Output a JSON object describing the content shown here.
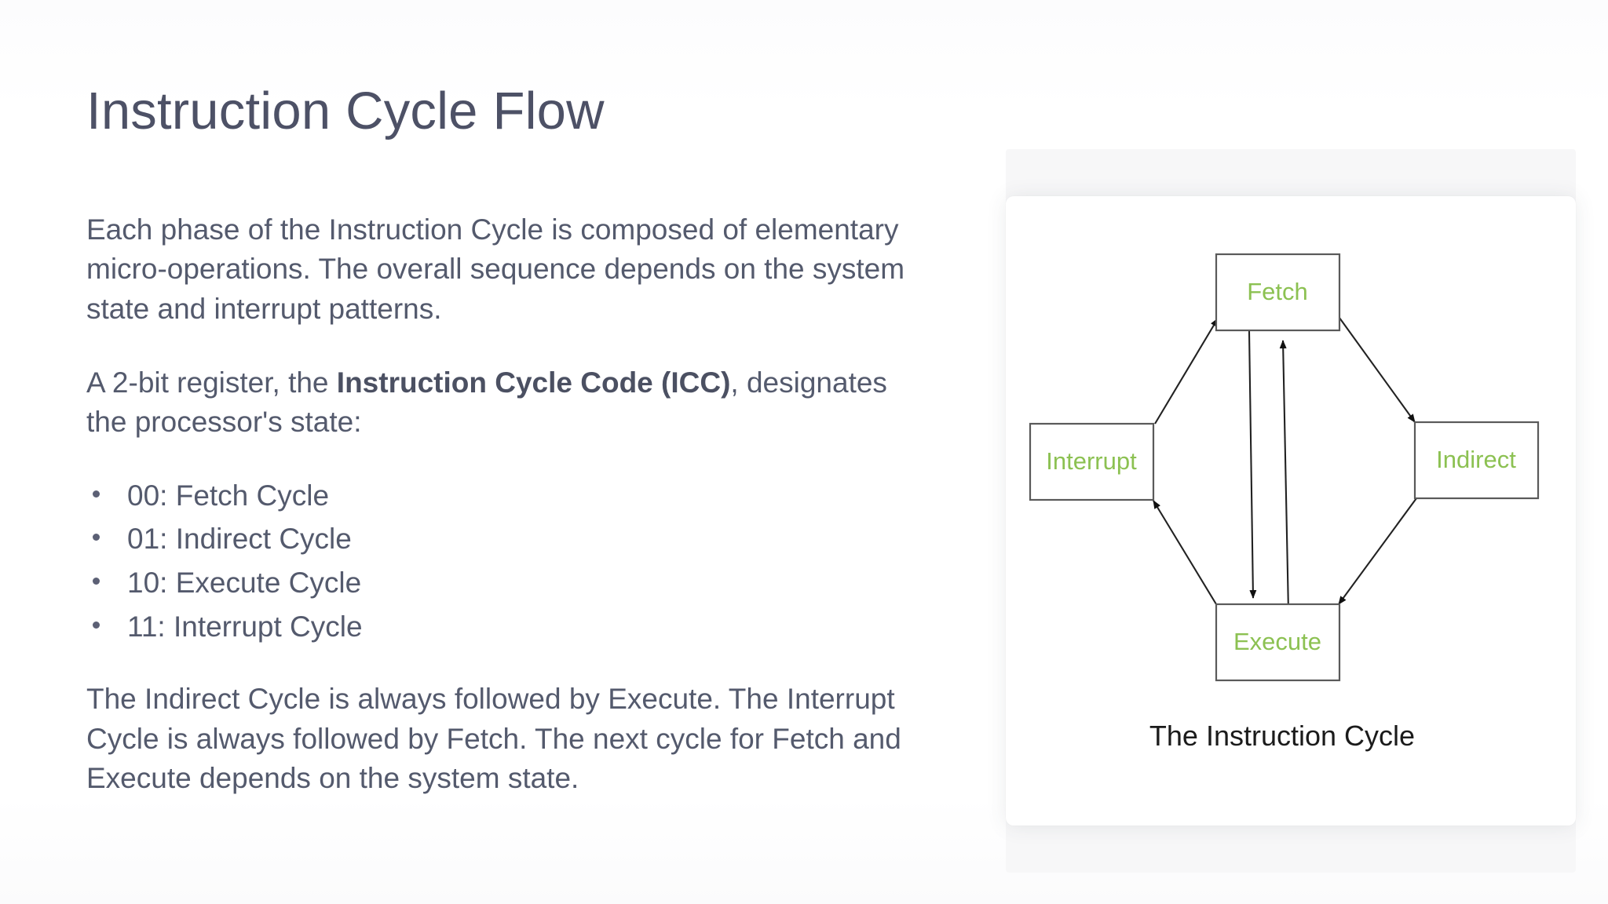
{
  "slide": {
    "title": "Instruction Cycle Flow",
    "title_color": "#4d5166",
    "body_color": "#545a6d",
    "background_color": "#ffffff"
  },
  "content": {
    "paragraph_1": "Each phase of the Instruction Cycle is composed of elementary micro-operations. The overall sequence depends on the system state and interrupt patterns.",
    "paragraph_2_prefix": "A 2-bit register, the ",
    "paragraph_2_bold": "Instruction Cycle Code (ICC)",
    "paragraph_2_suffix": ", designates the processor's state:",
    "bullets": [
      "00: Fetch Cycle",
      "01: Indirect Cycle",
      "10: Execute Cycle",
      "11: Interrupt Cycle"
    ],
    "paragraph_3": "The Indirect Cycle is always followed by Execute. The Interrupt Cycle is always followed by Fetch. The next cycle for Fetch and Execute depends on the system state."
  },
  "diagram": {
    "caption": "The Instruction Cycle",
    "node_label_color": "#8cc152",
    "node_border_color": "#5a5a5a",
    "edge_color": "#222222",
    "nodes": [
      {
        "id": "fetch",
        "label": "Fetch"
      },
      {
        "id": "interrupt",
        "label": "Interrupt"
      },
      {
        "id": "indirect",
        "label": "Indirect"
      },
      {
        "id": "execute",
        "label": "Execute"
      }
    ],
    "edges": [
      {
        "from": "interrupt",
        "to": "fetch"
      },
      {
        "from": "fetch",
        "to": "indirect"
      },
      {
        "from": "indirect",
        "to": "execute"
      },
      {
        "from": "execute",
        "to": "interrupt"
      },
      {
        "from": "fetch",
        "to": "execute"
      },
      {
        "from": "execute",
        "to": "fetch"
      }
    ]
  }
}
